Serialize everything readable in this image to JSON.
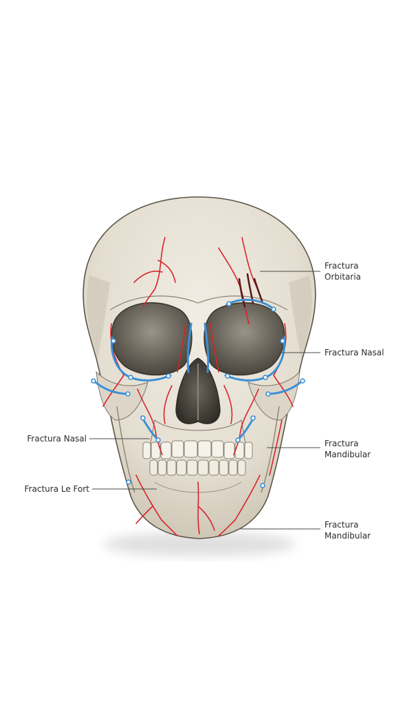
{
  "diagram": {
    "colors": {
      "background": "#ffffff",
      "bone": "#e9e4d9",
      "bone_shadow": "#c9c2b2",
      "outline": "#5a5448",
      "fracture_red": "#d8232a",
      "plate_blue": "#3b8fd6",
      "crack_dark": "#5a1a14",
      "leader_line": "#4a4a4a"
    },
    "labels": {
      "orbital": "Fractura\nOrbitaria",
      "nasal_right": "Fractura Nasal",
      "mandibular_upper": "Fractura\nMandibular",
      "mandibular_lower": "Fractura\nMandibular",
      "nasal_left": "Fractura Nasal",
      "le_fort": "Fractura Le Fort"
    }
  }
}
